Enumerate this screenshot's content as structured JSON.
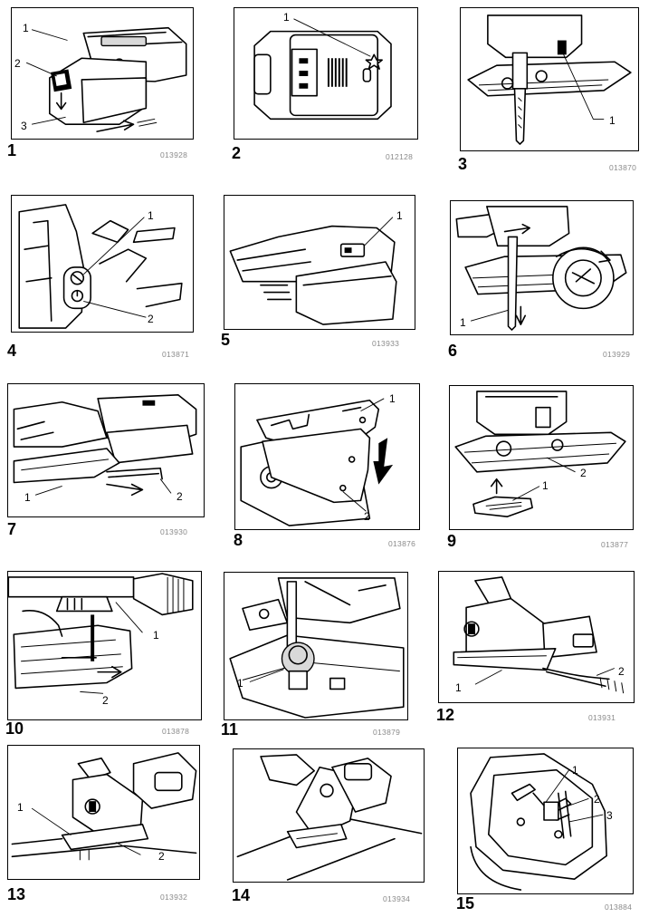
{
  "figures": [
    {
      "number": "1",
      "code": "013928",
      "callouts": [
        "1",
        "2",
        "3"
      ]
    },
    {
      "number": "2",
      "code": "012128",
      "callouts": [
        "1"
      ]
    },
    {
      "number": "3",
      "code": "013870",
      "callouts": [
        "1"
      ]
    },
    {
      "number": "4",
      "code": "013871",
      "callouts": [
        "1",
        "2"
      ]
    },
    {
      "number": "5",
      "code": "013933",
      "callouts": [
        "1"
      ]
    },
    {
      "number": "6",
      "code": "013929",
      "callouts": [
        "1"
      ]
    },
    {
      "number": "7",
      "code": "013930",
      "callouts": [
        "1",
        "2"
      ]
    },
    {
      "number": "8",
      "code": "013876",
      "callouts": [
        "1",
        "2"
      ]
    },
    {
      "number": "9",
      "code": "013877",
      "callouts": [
        "1",
        "2"
      ]
    },
    {
      "number": "10",
      "code": "013878",
      "callouts": [
        "1",
        "2"
      ]
    },
    {
      "number": "11",
      "code": "013879",
      "callouts": [
        "1"
      ]
    },
    {
      "number": "12",
      "code": "013931",
      "callouts": [
        "1",
        "2"
      ]
    },
    {
      "number": "13",
      "code": "013932",
      "callouts": [
        "1",
        "2"
      ]
    },
    {
      "number": "14",
      "code": "013934",
      "callouts": []
    },
    {
      "number": "15",
      "code": "013884",
      "callouts": [
        "1",
        "2",
        "3"
      ]
    }
  ]
}
